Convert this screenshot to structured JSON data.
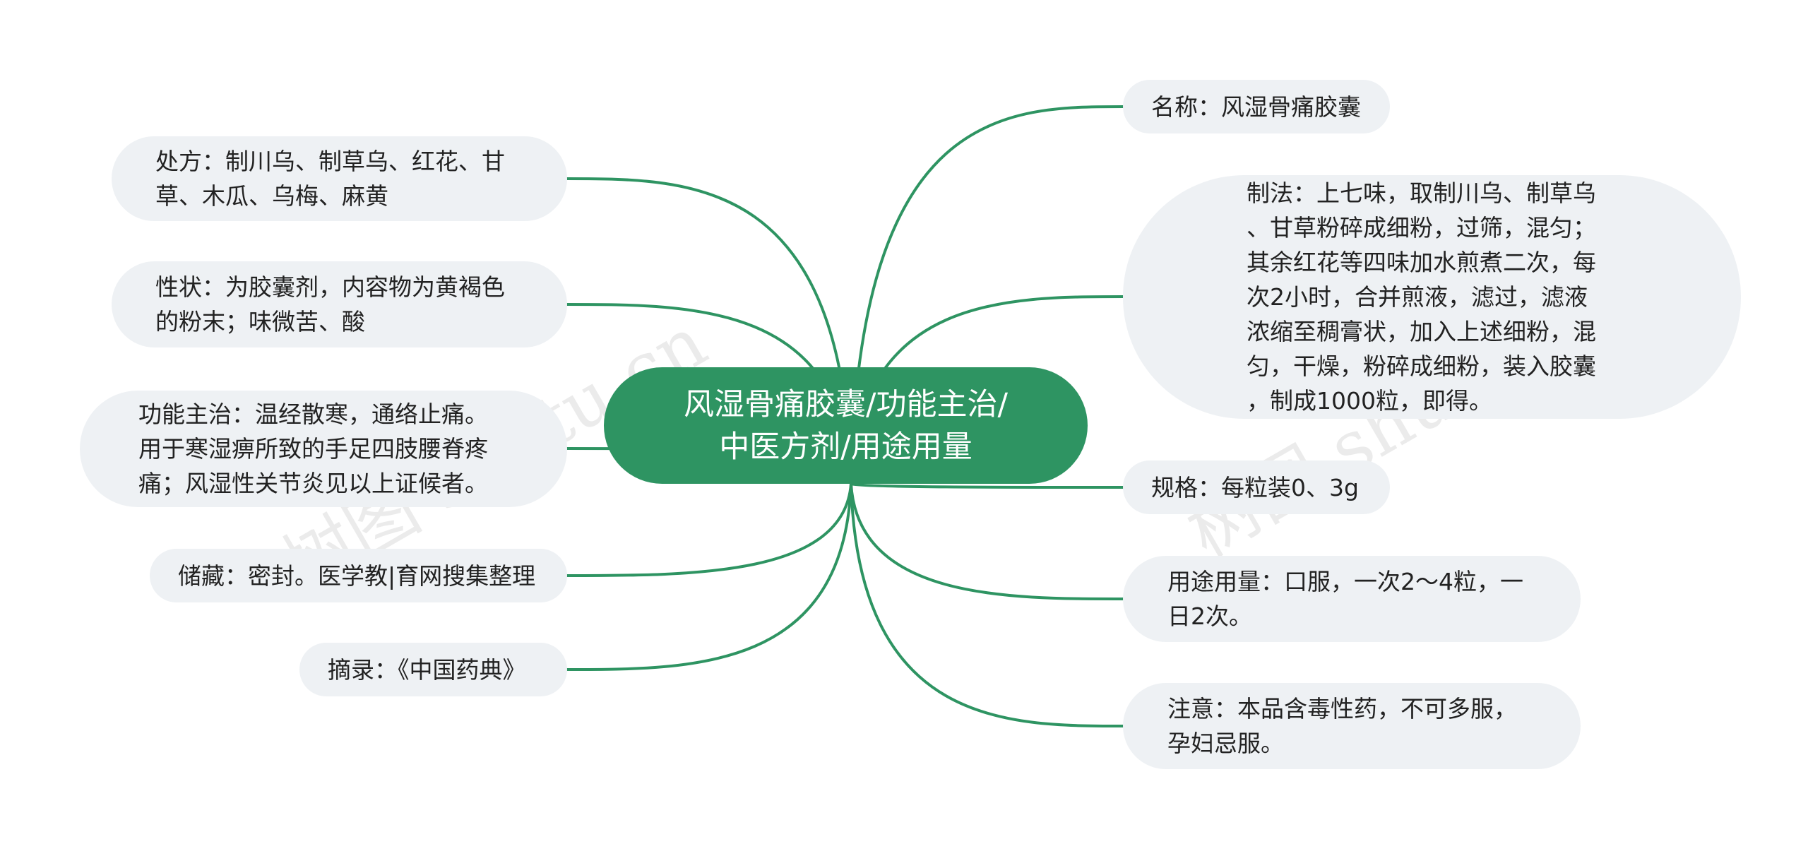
{
  "center": {
    "text": "风湿骨痛胶囊/功能主治/\n中医方剂/用途用量"
  },
  "left_nodes": [
    {
      "id": "prescription",
      "text": "处方：制川乌、制草乌、红花、甘\n草、木瓜、乌梅、麻黄"
    },
    {
      "id": "appearance",
      "text": "性状：为胶囊剂，内容物为黄褐色\n的粉末；味微苦、酸"
    },
    {
      "id": "function",
      "text": "功能主治：温经散寒，通络止痛。\n用于寒湿痹所致的手足四肢腰脊疼\n痛；风湿性关节炎见以上证候者。"
    },
    {
      "id": "storage",
      "text": "储藏：密封。医学教|育网搜集整理"
    },
    {
      "id": "source",
      "text": "摘录：《中国药典》"
    }
  ],
  "right_nodes": [
    {
      "id": "name",
      "text": "名称：风湿骨痛胶囊"
    },
    {
      "id": "method",
      "text": "制法：上七味，取制川乌、制草乌\n、甘草粉碎成细粉，过筛，混匀；\n其余红花等四味加水煎煮二次，每\n次2小时，合并煎液，滤过，滤液\n浓缩至稠膏状，加入上述细粉，混\n匀，干燥，粉碎成细粉，装入胶囊\n，制成1000粒，即得。"
    },
    {
      "id": "spec",
      "text": "规格：每粒装0、3g"
    },
    {
      "id": "usage",
      "text": "用途用量：口服，一次2～4粒，一\n日2次。"
    },
    {
      "id": "caution",
      "text": "注意：本品含毒性药，不可多服，\n孕妇忌服。"
    }
  ],
  "watermarks": [
    "树图 shutu.cn",
    "树图 shutu.cn"
  ],
  "colors": {
    "center_fill": "#2e9462",
    "edge": "#2e9462",
    "node_fill": "#eef1f4",
    "node_text": "#222222"
  }
}
